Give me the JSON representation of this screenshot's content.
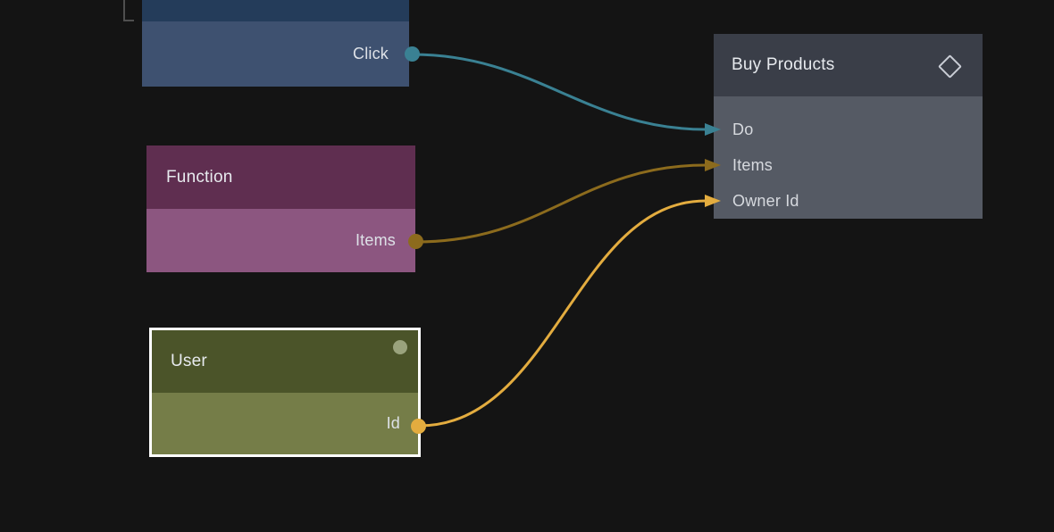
{
  "app": {
    "background": "#141414",
    "selection_color": "#ffffff",
    "frame_corner_color": "#4f4f4f"
  },
  "nodes": {
    "truncated_top": {
      "header_color": "#243c5a",
      "body_color": "#3e5170",
      "outputs": [
        {
          "label": "Click",
          "port_color": "#3a8193"
        }
      ]
    },
    "function": {
      "title": "Function",
      "header_color": "#5f2e50",
      "body_color": "#8c5680",
      "outputs": [
        {
          "label": "Items",
          "port_color": "#8c6b1d"
        }
      ]
    },
    "user": {
      "title": "User",
      "selected": true,
      "header_color": "#4b5429",
      "body_color": "#757d48",
      "status_dot_color": "#9aa37d",
      "outputs": [
        {
          "label": "Id",
          "port_color": "#e3ac3f"
        }
      ]
    },
    "buy_products": {
      "title": "Buy Products",
      "icon": "diamond-icon",
      "icon_color": "#c9cdd5",
      "header_color": "#3a3e48",
      "body_color": "#555a64",
      "inputs": [
        {
          "label": "Do",
          "color": "#3a8193"
        },
        {
          "label": "Items",
          "color": "#8c6b1d"
        },
        {
          "label": "Owner Id",
          "color": "#e3ac3f"
        }
      ]
    }
  },
  "connections": [
    {
      "from_port": "Click",
      "to_node": "Buy Products",
      "to_port": "Do",
      "color": "#3a8193"
    },
    {
      "from_port": "Items",
      "to_node": "Buy Products",
      "to_port": "Items",
      "color": "#8c6b1d"
    },
    {
      "from_port": "Id",
      "to_node": "Buy Products",
      "to_port": "Owner Id",
      "color": "#e3ac3f"
    }
  ]
}
